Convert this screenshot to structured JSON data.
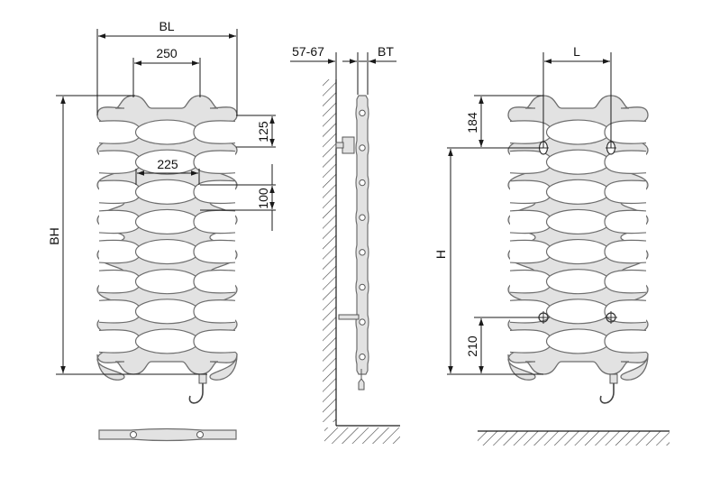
{
  "colors": {
    "line": "#1a1a1a",
    "panel_fill": "#e2e2e2",
    "panel_stroke": "#6e6e6e",
    "hatch": "#444444",
    "background": "#ffffff"
  },
  "front_view": {
    "width_label": "BL",
    "center_distance_label": "250",
    "hole_width_label": "225",
    "row_pitch_label": "125",
    "hole_height_label": "100",
    "height_label": "BH"
  },
  "side_view": {
    "wall_distance_label": "57-67",
    "depth_label": "BT"
  },
  "mount_view": {
    "connection_distance_label": "L",
    "top_offset_label": "184",
    "mount_height_label": "H",
    "bottom_offset_label": "210"
  }
}
